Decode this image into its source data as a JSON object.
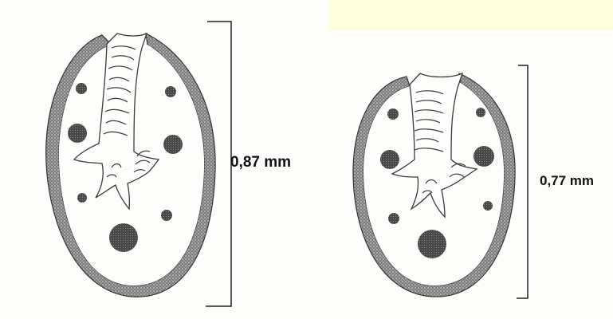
{
  "figures": [
    {
      "id": "left",
      "measurement": "0,87 mm"
    },
    {
      "id": "right",
      "measurement": "0,77 mm"
    }
  ],
  "colors": {
    "background": "#fdfcdc",
    "paper": "#fdfdfb",
    "ink": "#3a3a3a",
    "dot": "#4a4a4a"
  }
}
